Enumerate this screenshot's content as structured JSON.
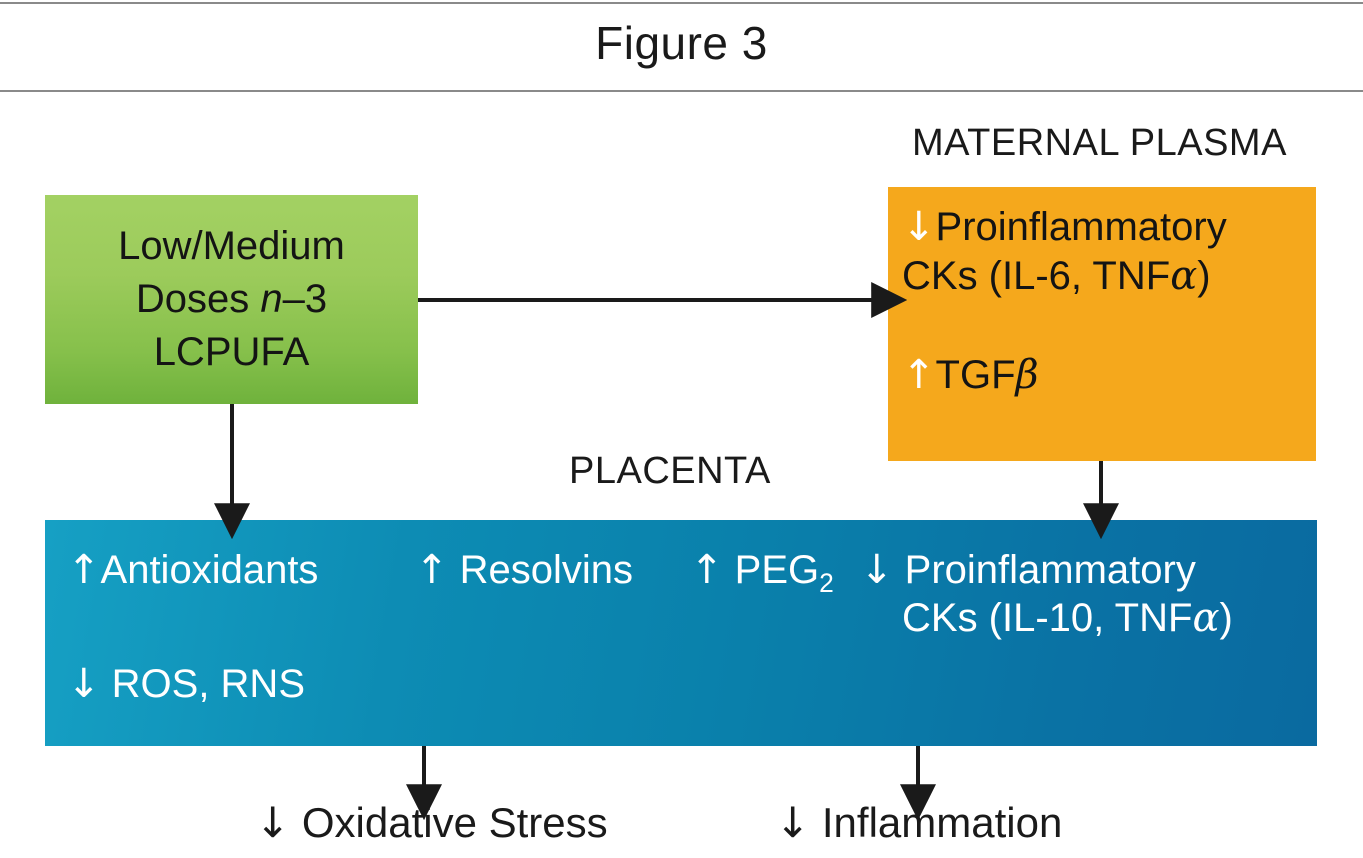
{
  "figure": {
    "title": "Figure 3",
    "rule_color": "#8a8a8a"
  },
  "captions": {
    "maternal_plasma": "MATERNAL PLASMA",
    "placenta": "PLACENTA"
  },
  "colors": {
    "green_box_top": "#a3d163",
    "green_box_bottom": "#6fb23c",
    "orange_box": "#f5a81c",
    "blue_box_left": "#16a0c4",
    "blue_box_right": "#0a6aa0",
    "arrow": "#1a1a1a",
    "text_dark": "#141414",
    "text_light": "#ffffff"
  },
  "boxes": {
    "intervention": {
      "name": "Low/Medium Doses n-3 LCPUFA",
      "lines": [
        {
          "parts": [
            {
              "text": "Low/Medium",
              "style": "normal"
            }
          ]
        },
        {
          "parts": [
            {
              "text": "Doses ",
              "style": "normal"
            },
            {
              "text": "n",
              "style": "italic"
            },
            {
              "text": "–3",
              "style": "normal"
            }
          ]
        },
        {
          "parts": [
            {
              "text": "LCPUFA",
              "style": "normal"
            }
          ]
        }
      ]
    },
    "maternal_plasma": {
      "entries": [
        {
          "direction": "down",
          "arrow_glyph": "↓",
          "arrow_color": "#ffffff",
          "lines": [
            {
              "parts": [
                {
                  "text": "Proinflammatory",
                  "style": "normal"
                }
              ]
            },
            {
              "parts": [
                {
                  "text": "CKs (IL-6, TNF",
                  "style": "normal"
                },
                {
                  "text": "α",
                  "style": "greek"
                },
                {
                  "text": ")",
                  "style": "normal"
                }
              ]
            }
          ]
        },
        {
          "direction": "up",
          "arrow_glyph": "↑",
          "arrow_color": "#ffffff",
          "lines": [
            {
              "parts": [
                {
                  "text": "TGF",
                  "style": "normal"
                },
                {
                  "text": "β",
                  "style": "greek"
                }
              ]
            }
          ]
        }
      ]
    },
    "placenta": {
      "entries": [
        {
          "id": "antioxidants",
          "direction": "up",
          "arrow_glyph": "↑",
          "lines": [
            {
              "parts": [
                {
                  "text": "Antioxidants",
                  "style": "normal"
                }
              ]
            }
          ]
        },
        {
          "id": "resolvins",
          "direction": "up",
          "arrow_glyph": "↑",
          "lines": [
            {
              "parts": [
                {
                  "text": "Resolvins",
                  "style": "normal"
                }
              ]
            }
          ]
        },
        {
          "id": "peg2",
          "direction": "up",
          "arrow_glyph": "↑",
          "lines": [
            {
              "parts": [
                {
                  "text": "PEG",
                  "style": "normal"
                },
                {
                  "text": "2",
                  "style": "subscript"
                }
              ]
            }
          ]
        },
        {
          "id": "proinflammatory-cks",
          "direction": "down",
          "arrow_glyph": "↓",
          "lines": [
            {
              "parts": [
                {
                  "text": "Proinflammatory",
                  "style": "normal"
                }
              ]
            },
            {
              "parts": [
                {
                  "text": "CKs (IL-10, TNF",
                  "style": "normal"
                },
                {
                  "text": "α",
                  "style": "greek"
                },
                {
                  "text": ")",
                  "style": "normal"
                }
              ]
            }
          ]
        },
        {
          "id": "ros-rns",
          "direction": "down",
          "arrow_glyph": "↓",
          "lines": [
            {
              "parts": [
                {
                  "text": "ROS, RNS",
                  "style": "normal"
                }
              ]
            }
          ]
        }
      ]
    }
  },
  "outcomes": [
    {
      "id": "oxidative-stress",
      "arrow_glyph": "↓",
      "label": "Oxidative Stress"
    },
    {
      "id": "inflammation",
      "arrow_glyph": "↓",
      "label": "Inflammation"
    }
  ],
  "connectors": [
    {
      "id": "intervention-to-maternal-plasma",
      "from": "intervention",
      "to": "maternal_plasma",
      "orientation": "horizontal"
    },
    {
      "id": "intervention-to-placenta",
      "from": "intervention",
      "to": "placenta",
      "orientation": "vertical"
    },
    {
      "id": "maternal-plasma-to-placenta",
      "from": "maternal_plasma",
      "to": "placenta",
      "orientation": "vertical"
    },
    {
      "id": "placenta-to-oxidative-stress",
      "from": "placenta",
      "to": "oxidative_stress",
      "orientation": "vertical"
    },
    {
      "id": "placenta-to-inflammation",
      "from": "placenta",
      "to": "inflammation",
      "orientation": "vertical"
    }
  ]
}
